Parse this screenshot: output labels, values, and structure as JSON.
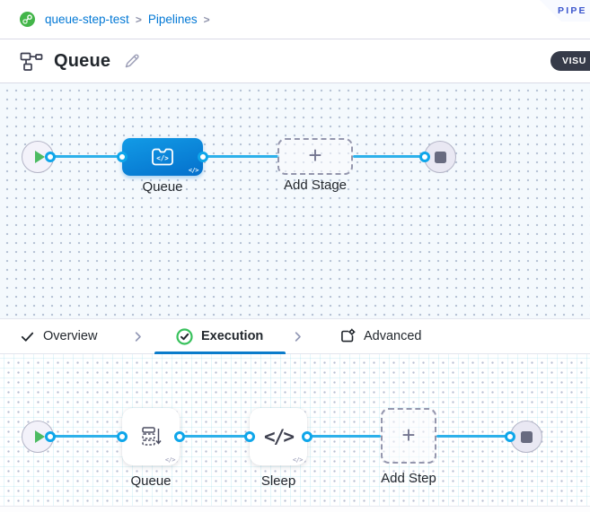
{
  "breadcrumb": {
    "items": [
      {
        "label": "queue-step-test"
      },
      {
        "label": "Pipelines"
      }
    ],
    "separator": ">"
  },
  "ribbon": {
    "label": "PIPE"
  },
  "header": {
    "title": "Queue",
    "view_toggle_label": "VISU"
  },
  "stage_canvas": {
    "stage": {
      "label": "Queue"
    },
    "add_stage": {
      "label": "Add Stage"
    }
  },
  "tabs": {
    "items": [
      {
        "label": "Overview",
        "state": "complete"
      },
      {
        "label": "Execution",
        "state": "active"
      },
      {
        "label": "Advanced",
        "state": "default"
      }
    ]
  },
  "execution_canvas": {
    "steps": [
      {
        "label": "Queue"
      },
      {
        "label": "Sleep"
      }
    ],
    "add_step": {
      "label": "Add Step"
    }
  },
  "glyphs": {
    "plus": "+",
    "code_badge": "</>",
    "sleep_icon": "</>"
  },
  "colors": {
    "accent_blue": "#0278d5",
    "connector_blue": "#2cb0ea",
    "node_blue": "#0b8ee0",
    "success_green": "#43b549",
    "ribbon_text": "#3a55cd",
    "pill_bg": "#363b49"
  }
}
